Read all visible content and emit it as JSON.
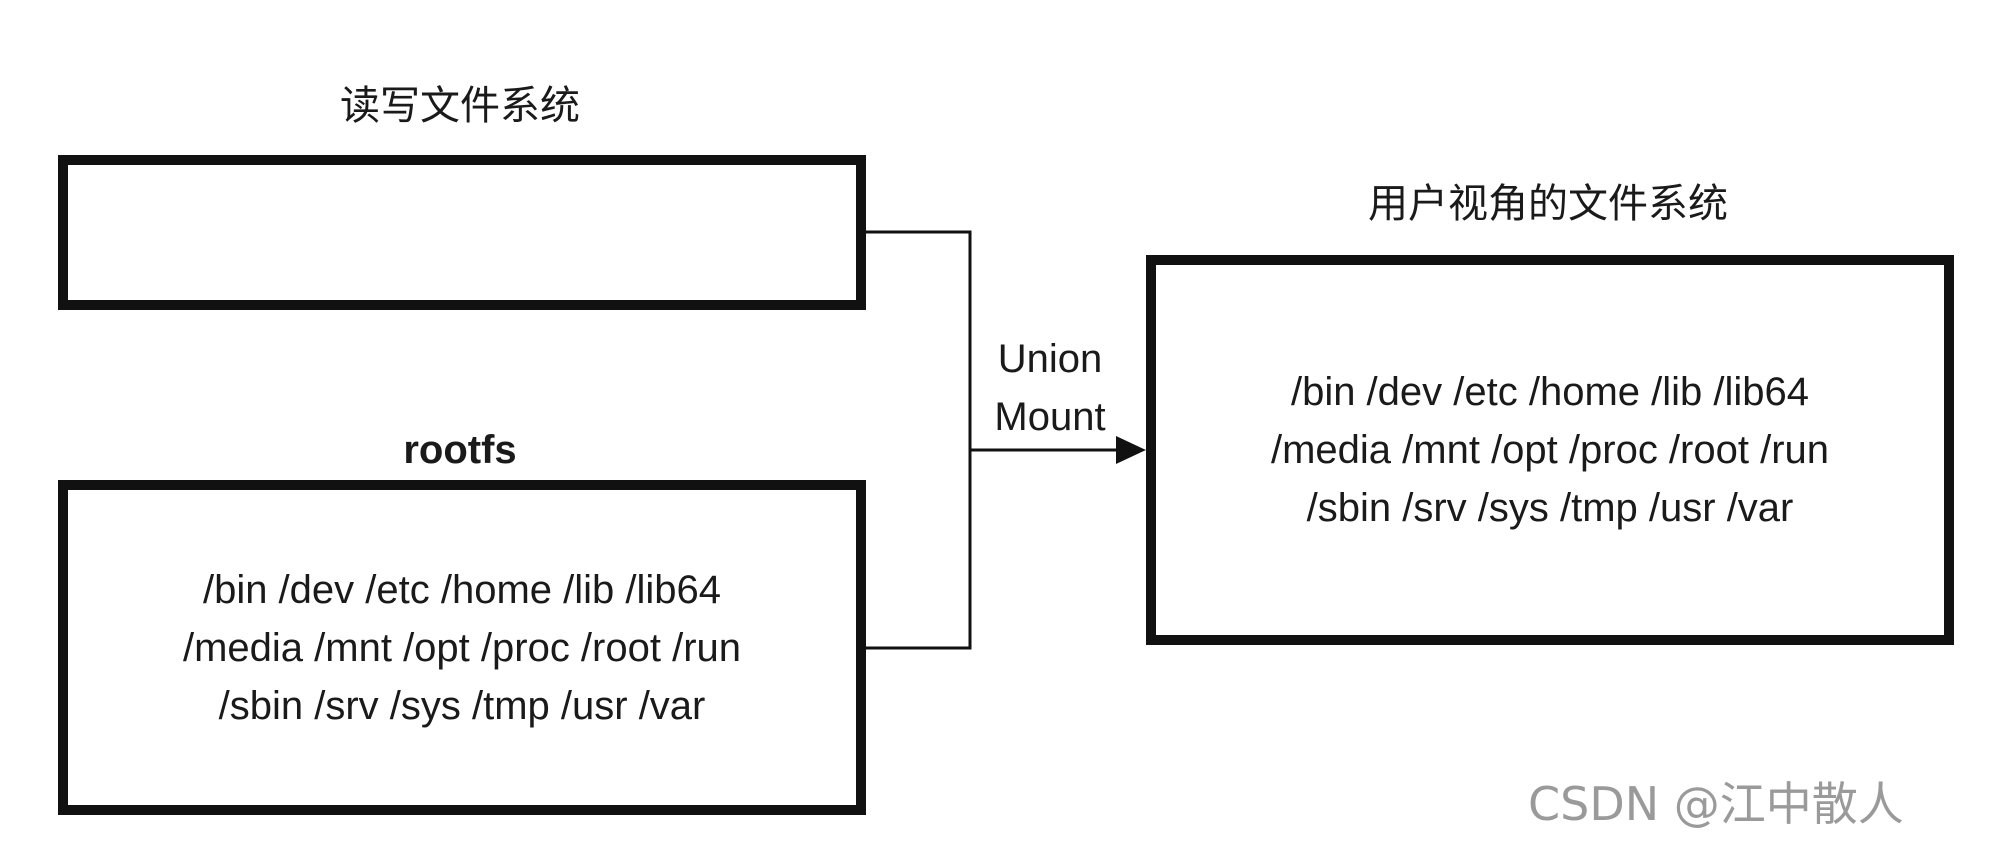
{
  "rw_fs": {
    "title": "读写文件系统"
  },
  "rootfs": {
    "title": "rootfs",
    "lines": [
      "/bin /dev /etc /home /lib /lib64",
      "/media /mnt /opt /proc /root /run",
      "/sbin /srv /sys /tmp /usr /var"
    ]
  },
  "union_mount": {
    "line1": "Union",
    "line2": "Mount"
  },
  "user_view_fs": {
    "title": "用户视角的文件系统",
    "lines": [
      "/bin /dev /etc /home /lib /lib64",
      "/media /mnt /opt /proc /root /run",
      "/sbin /srv /sys /tmp /usr /var"
    ]
  },
  "watermark": "CSDN @江中散人"
}
